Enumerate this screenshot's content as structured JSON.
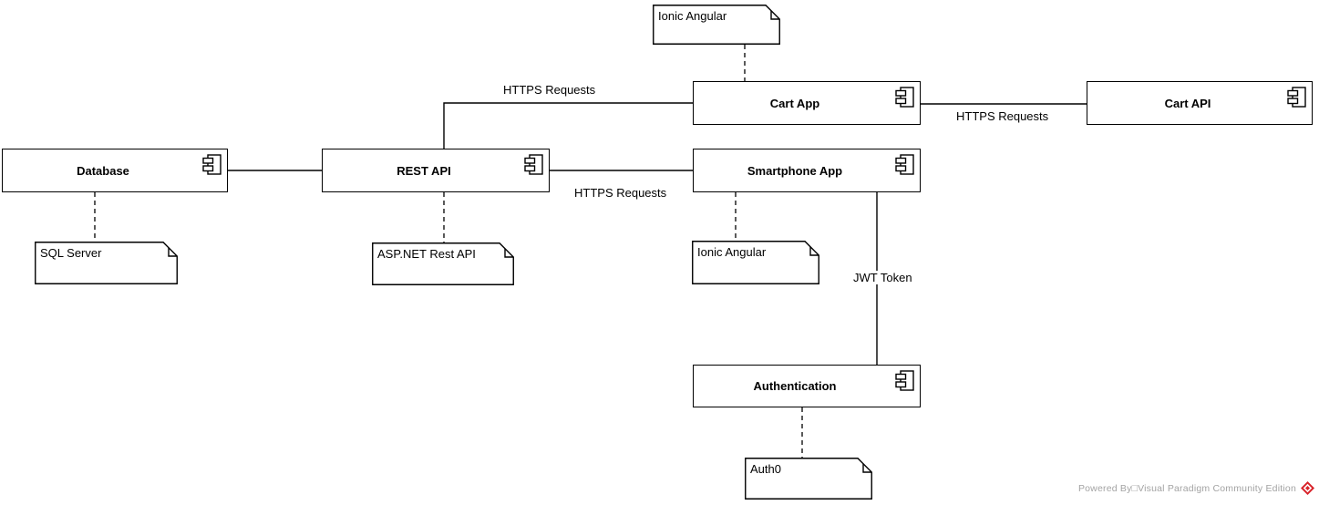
{
  "diagram_type": "uml-component-diagram",
  "components": {
    "cart_app": {
      "label": "Cart App"
    },
    "cart_api": {
      "label": "Cart API"
    },
    "database": {
      "label": "Database"
    },
    "rest_api": {
      "label": "REST API"
    },
    "smartphone_app": {
      "label": "Smartphone App"
    },
    "authentication": {
      "label": "Authentication"
    }
  },
  "notes": {
    "cart_app_tech": {
      "label": "Ionic Angular"
    },
    "database_tech": {
      "label": "SQL Server"
    },
    "rest_api_tech": {
      "label": "ASP.NET Rest API"
    },
    "smartphone_tech": {
      "label": "Ionic Angular"
    },
    "auth_tech": {
      "label": "Auth0"
    }
  },
  "edges": {
    "rest_to_cart": {
      "label": "HTTPS Requests"
    },
    "rest_to_smartphone": {
      "label": "HTTPS Requests"
    },
    "cart_to_cartapi": {
      "label": "HTTPS Requests"
    },
    "smartphone_to_auth": {
      "label": "JWT Token"
    }
  },
  "watermark": {
    "text": "Powered By□Visual Paradigm Community Edition"
  },
  "colors": {
    "stroke": "#000000",
    "fill": "#ffffff",
    "watermark_text": "#a3a3a3",
    "logo_red": "#d8232a"
  }
}
